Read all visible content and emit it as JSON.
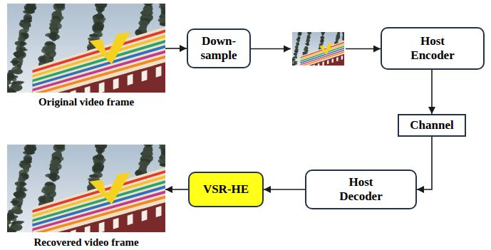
{
  "diagram": {
    "nodes": [
      {
        "text": [
          "Original video frame"
        ]
      },
      {
        "text": [
          "Down- sample"
        ]
      },
      {
        "text": [
          "Host Encoder"
        ]
      },
      {
        "text": [
          "Channel"
        ]
      },
      {
        "text": [
          "Host Decoder"
        ]
      },
      {
        "text": [
          "VSR-HE"
        ]
      },
      {
        "text": [
          "Recovered video frame"
        ]
      }
    ],
    "edges": [
      {
        "from": 0,
        "to": 1,
        "arrow": "to"
      },
      {
        "from": 2,
        "to": 3,
        "arrow": "to"
      },
      {
        "from": 3,
        "to": 4,
        "arrow": "to"
      },
      {
        "from": 4,
        "to": 5,
        "arrow": "to"
      },
      {
        "from": 5,
        "to": 6,
        "arrow": "to"
      }
    ]
  }
}
